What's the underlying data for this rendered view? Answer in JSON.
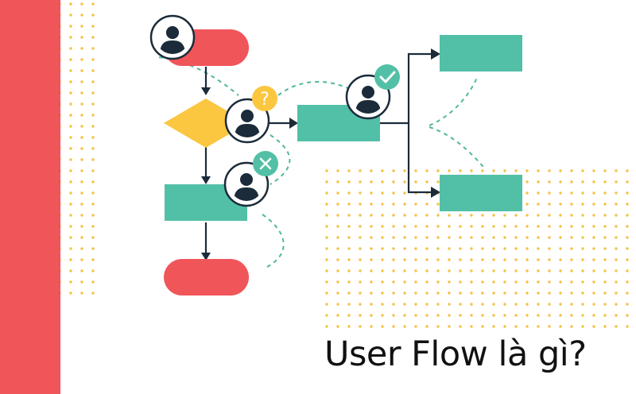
{
  "caption": "User Flow là gì?",
  "icons": {
    "question": "?",
    "check": "check-mark",
    "cross": "x-mark"
  },
  "colors": {
    "side_bar": "#F0555A",
    "pill": "#F0555A",
    "process": "#52C0A6",
    "decision": "#FBC640",
    "badge_question": "#FBC640",
    "badge_check": "#52C0A6",
    "badge_cross": "#52C0A6",
    "line": "#1B2B3A",
    "dashed": "#4FB89E",
    "dots": "#F5C246",
    "text": "#111111"
  }
}
